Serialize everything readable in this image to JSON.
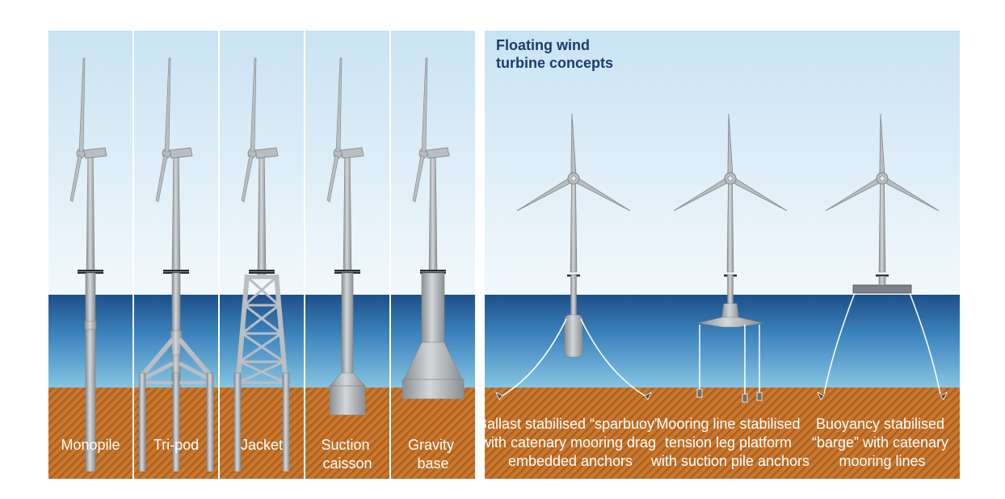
{
  "fixed_section": {
    "panels": [
      {
        "label_lines": [
          "Monopile"
        ],
        "foundation": "monopile-icon"
      },
      {
        "label_lines": [
          "Tri-pod"
        ],
        "foundation": "tripod-icon"
      },
      {
        "label_lines": [
          "Jacket"
        ],
        "foundation": "jacket-icon"
      },
      {
        "label_lines": [
          "Suction",
          "caisson"
        ],
        "foundation": "suction-caisson-icon"
      },
      {
        "label_lines": [
          "Gravity",
          "base"
        ],
        "foundation": "gravity-base-icon"
      }
    ]
  },
  "floating_section": {
    "title_lines": [
      "Floating wind",
      "turbine concepts"
    ],
    "concepts": [
      {
        "label_lines": [
          "Ballast stabilised “sparbuoy”",
          "with catenary mooring drag",
          "embedded anchors"
        ],
        "platform": "spar-buoy-icon"
      },
      {
        "label_lines": [
          "Mooring line stabilised",
          "tension leg platform",
          "with suction pile anchors"
        ],
        "platform": "tension-leg-platform-icon"
      },
      {
        "label_lines": [
          "Buoyancy stabilised",
          "“barge” with catenary",
          "mooring lines"
        ],
        "platform": "barge-icon"
      }
    ]
  },
  "colors": {
    "sky_top": "#c9e3f3",
    "sky_bottom": "#f2f8fc",
    "sea_top": "#1d4f88",
    "sea_mid": "#3f86bf",
    "sea_bottom": "#7fbfe0",
    "seabed": "#c9782e",
    "turbine": "#b9bec2",
    "turbine_dark": "#7f8487",
    "title": "#1d3c6e",
    "label": "#ffffff"
  }
}
